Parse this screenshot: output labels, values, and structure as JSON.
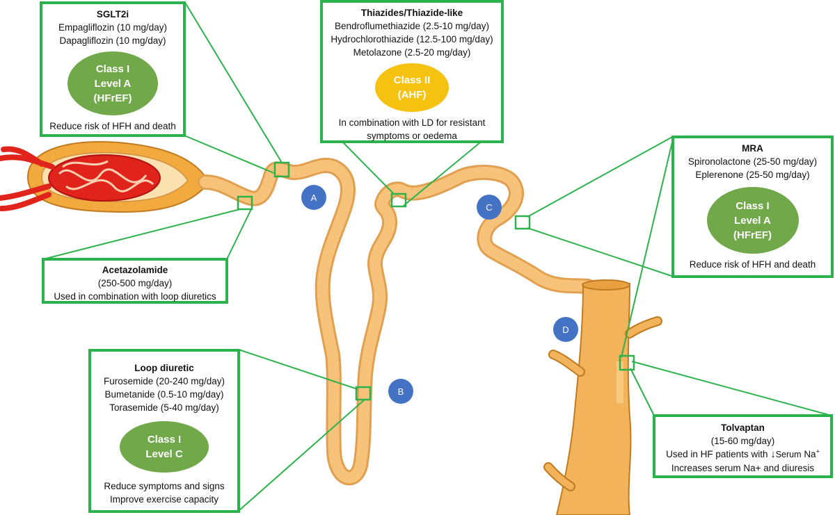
{
  "boxes": {
    "sglt2i": {
      "title": "SGLT2i",
      "lines": [
        "Empagliflozin (10 mg/day)",
        "Dapagliflozin (10 mg/day)"
      ],
      "oval": [
        "Class I",
        "Level A",
        "(HFrEF)"
      ],
      "footer": "Reduce risk of HFH and death"
    },
    "thiazides": {
      "title": "Thiazides/Thiazide-like",
      "lines": [
        "Bendroflumethiazide (2.5-10 mg/day)",
        "Hydrochlorothiazide (12.5-100 mg/day)",
        "Metolazone (2.5-20 mg/day)"
      ],
      "oval": [
        "Class II",
        "(AHF)"
      ],
      "footer": [
        "In combination with LD for resistant",
        "symptoms or oedema"
      ]
    },
    "mra": {
      "title": "MRA",
      "lines": [
        "Spironolactone (25-50 mg/day)",
        "Eplerenone (25-50 mg/day)"
      ],
      "oval": [
        "Class I",
        "Level A",
        "(HFrEF)"
      ],
      "footer": "Reduce risk of HFH and death"
    },
    "acetazolamide": {
      "title": "Acetazolamide",
      "lines": [
        "(250-500 mg/day)",
        "Used in combination with loop diuretics"
      ]
    },
    "loop": {
      "title": "Loop diuretic",
      "lines": [
        "Furosemide (20-240 mg/day)",
        "Bumetanide (0.5-10 mg/day)",
        "Torasemide (5-40 mg/day)"
      ],
      "oval": [
        "Class I",
        "Level C"
      ],
      "footer": [
        "Reduce symptoms and signs",
        "Improve exercise capacity"
      ]
    },
    "tolvaptan": {
      "title": "Tolvaptan",
      "lines": [
        "(15-60 mg/day)"
      ],
      "serum_prefix": "Used in HF patients with",
      "serum_arrow": "↓",
      "serum_word": "Serum",
      "serum_na": "Na",
      "serum_sup": "+",
      "last": "Increases serum Na+ and diuresis"
    }
  },
  "markers": {
    "a": "A",
    "b": "B",
    "c": "C",
    "d": "D"
  },
  "colors": {
    "box_border": "#2bb24c",
    "oval_green": "#70a84a",
    "oval_yellow": "#f6c211",
    "marker_blue": "#4472c4",
    "tubule": "#f7c27a",
    "tubule_edge": "#e0a050",
    "vessel_red": "#e0231b"
  }
}
